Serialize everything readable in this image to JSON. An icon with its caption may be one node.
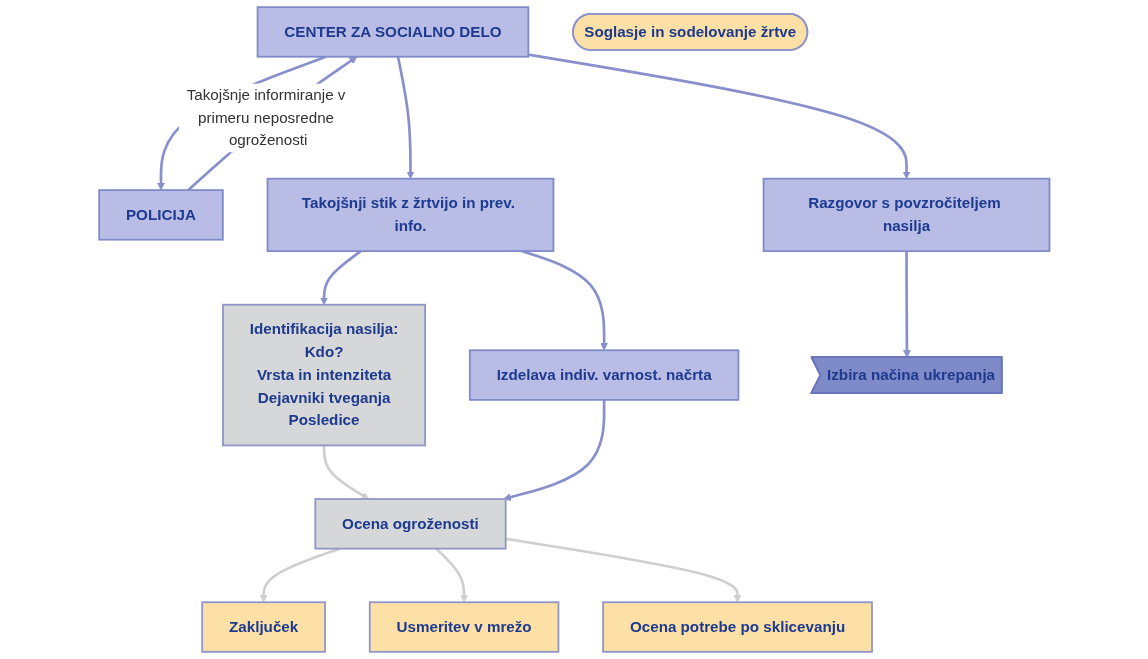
{
  "diagram": {
    "nodes": [
      {
        "text": [
          "CENTER ZA SOCIALNO DELO"
        ]
      },
      {
        "text": [
          "POLICIJA"
        ]
      },
      {
        "text": [
          "Takojšnji stik z žrtvijo in prev. info."
        ]
      },
      {
        "text": [
          "Identifikacija nasilja:",
          "Kdo?",
          "Vrsta in intenziteta",
          "Dejavniki tveganja",
          "Posledice"
        ]
      },
      {
        "text": [
          "Razgovor s povzročiteljem nasilja"
        ]
      },
      {
        "text": [
          "Izdelava indiv. varnost. načrta"
        ]
      },
      {
        "text": [
          "Ocena ogroženosti"
        ]
      },
      {
        "text": [
          "Izbira načina ukrepanja"
        ]
      },
      {
        "text": [
          "Soglasje in sodelovanje žrtve"
        ]
      },
      {
        "text": [
          "Zaključek"
        ]
      },
      {
        "text": [
          "Usmeritev v mrežo"
        ]
      },
      {
        "text": [
          "Ocena potrebe po sklicevanju"
        ]
      }
    ],
    "edges": [
      {
        "from": 1,
        "to": 0,
        "arrow": "to",
        "label": "Takojšnje informiranje v primeru neposredne ogroženosti"
      },
      {
        "from": 0,
        "to": 1,
        "arrow": "to"
      },
      {
        "from": 0,
        "to": 2,
        "arrow": "to"
      },
      {
        "from": 0,
        "to": 4,
        "arrow": "to"
      },
      {
        "from": 2,
        "to": 3,
        "arrow": "to"
      },
      {
        "from": 2,
        "to": 5,
        "arrow": "to"
      },
      {
        "from": 3,
        "to": 6,
        "arrow": "to",
        "color": "#cfcfcf"
      },
      {
        "from": 5,
        "to": 6,
        "arrow": "to"
      },
      {
        "from": 4,
        "to": 7,
        "arrow": "to"
      },
      {
        "from": 6,
        "to": 9,
        "arrow": "to",
        "color": "#cfcfcf"
      },
      {
        "from": 6,
        "to": 10,
        "arrow": "to",
        "color": "#cfcfcf"
      },
      {
        "from": 6,
        "to": 11,
        "arrow": "to",
        "color": "#cfcfcf"
      }
    ]
  }
}
